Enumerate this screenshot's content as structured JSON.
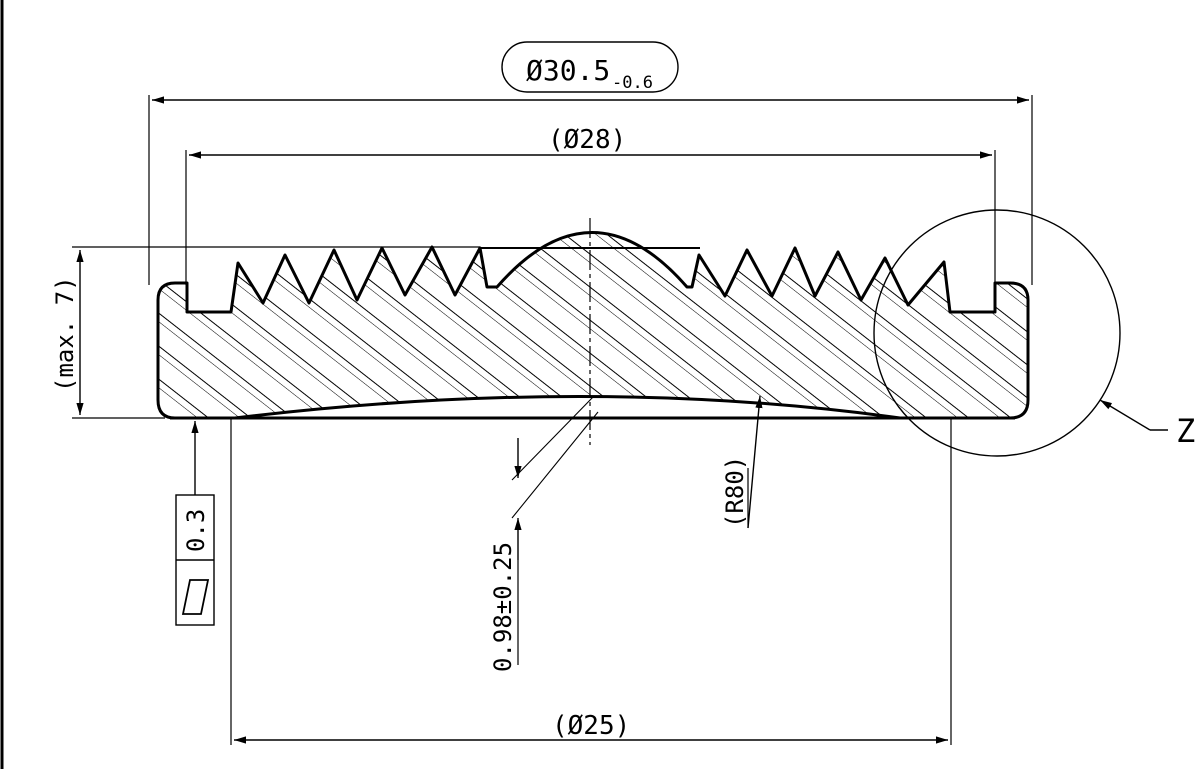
{
  "drawing": {
    "dim_outer_main": "Ø30.5",
    "dim_outer_tol": "-0.6",
    "dim_ref_28": "(Ø28)",
    "dim_ref_25": "(Ø25)",
    "dim_height": "(max. 7)",
    "dim_depth": "0.98±0.25",
    "dim_radius": "(R80)",
    "detail_label": "Z",
    "flatness_value": "0.3"
  }
}
